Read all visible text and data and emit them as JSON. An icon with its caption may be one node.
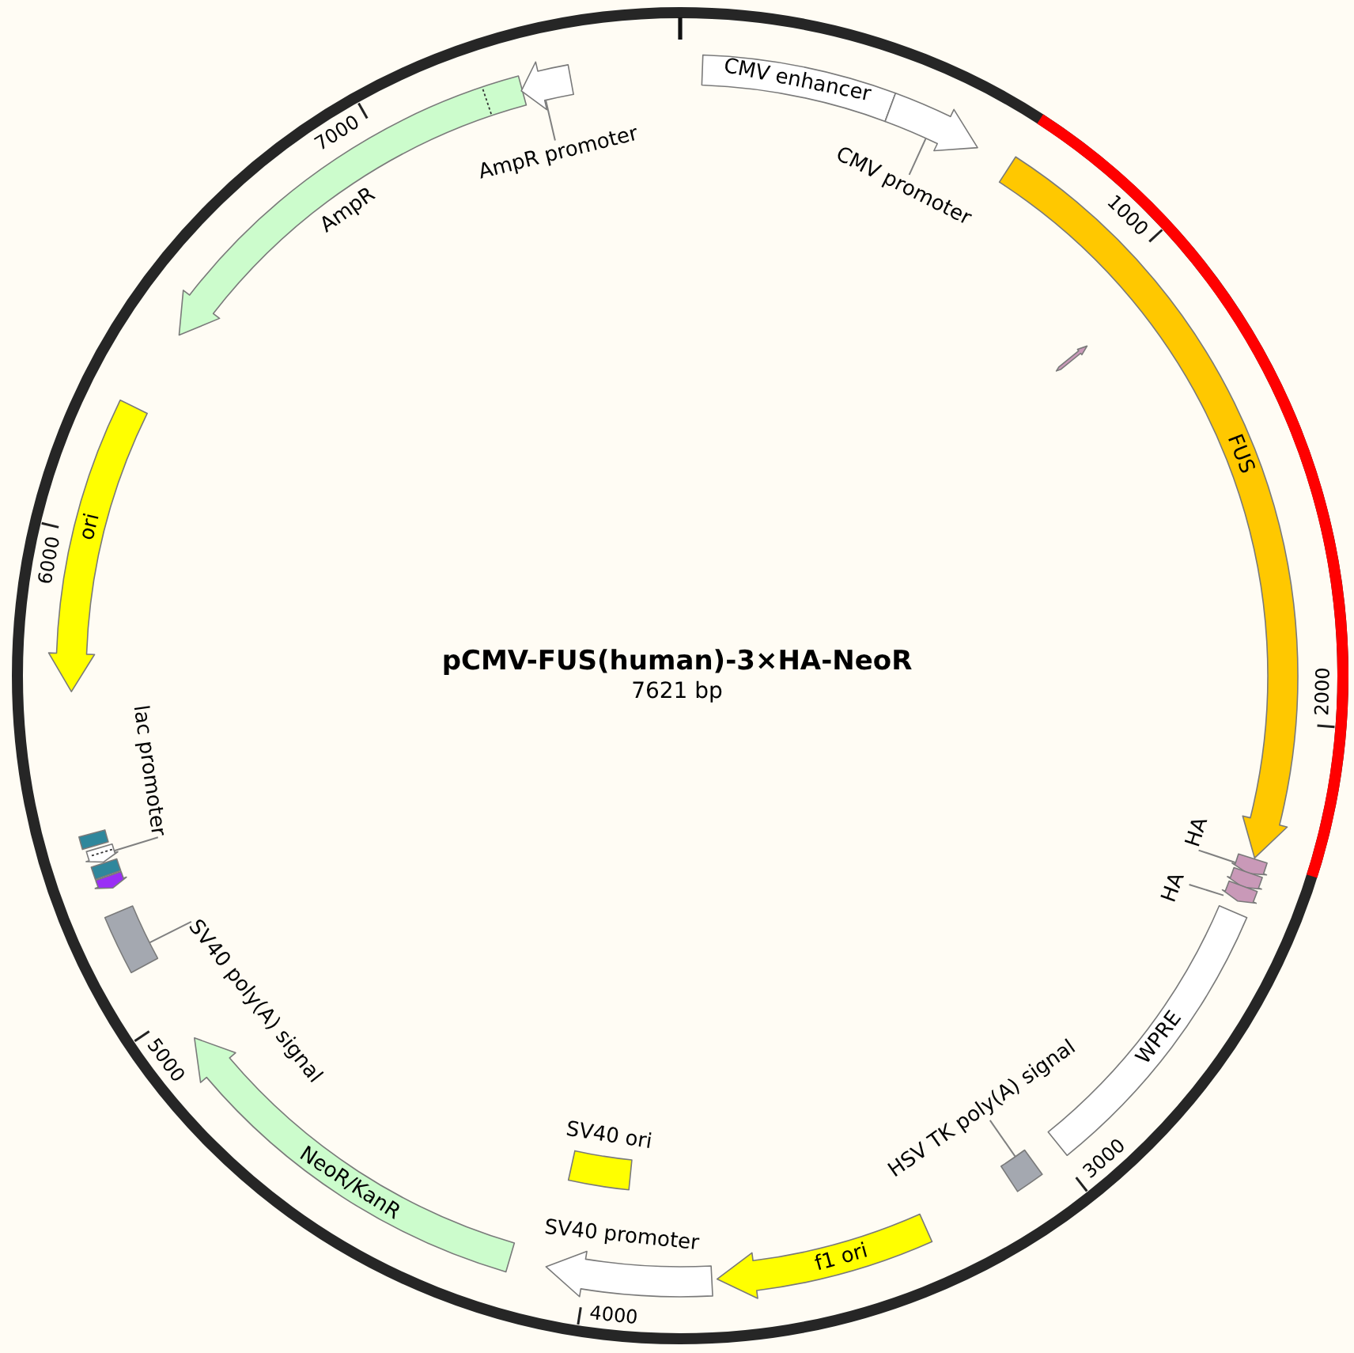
{
  "diagram": {
    "title": "pCMV-FUS(human)-3×HA-NeoR",
    "nodes": [
      {
        "text": [
          "CMV enhancer"
        ]
      },
      {
        "text": [],
        "shape": "arrow"
      },
      {
        "text": [
          "CMV promoter"
        ]
      },
      {
        "text": [
          "FUS"
        ]
      },
      {
        "text": [],
        "shape": "arrow"
      },
      {
        "text": [],
        "shape": "arrow"
      },
      {
        "text": [],
        "shape": "arrow"
      },
      {
        "text": [],
        "shape": "arrow"
      },
      {
        "text": [
          "HA"
        ]
      },
      {
        "text": [
          "HA"
        ]
      },
      {
        "text": [
          "WPRE"
        ]
      },
      {
        "text": [],
        "shape": "box"
      },
      {
        "text": [
          "HSV TK poly(A) signal"
        ]
      },
      {
        "text": [
          "f1 ori"
        ]
      },
      {
        "text": [
          "SV40 promoter"
        ]
      },
      {
        "text": [
          "SV40 ori"
        ]
      },
      {
        "text": [
          "NeoR/KanR"
        ]
      },
      {
        "text": [],
        "shape": "box"
      },
      {
        "text": [
          "SV40 poly(A) signal"
        ]
      },
      {
        "text": [],
        "shape": "arrow"
      },
      {
        "text": [],
        "shape": "box"
      },
      {
        "text": [],
        "shape": "arrow"
      },
      {
        "text": [],
        "shape": "box"
      },
      {
        "text": [
          "lac promoter"
        ]
      },
      {
        "text": [
          "ori"
        ]
      },
      {
        "text": [
          "AmpR"
        ]
      },
      {
        "text": [],
        "shape": "arrow"
      },
      {
        "text": [
          "AmpR promoter"
        ]
      }
    ],
    "edges": [
      {
        "from": 2,
        "to": 1,
        "arrow": "none"
      },
      {
        "from": 8,
        "to": 5,
        "arrow": "none"
      },
      {
        "from": 9,
        "to": 7,
        "arrow": "none"
      },
      {
        "from": 12,
        "to": 11,
        "arrow": "none"
      },
      {
        "from": 18,
        "to": 17,
        "arrow": "none"
      },
      {
        "from": 23,
        "to": 21,
        "arrow": "none"
      },
      {
        "from": 27,
        "to": 26,
        "arrow": "none"
      }
    ],
    "labels": [
      "7621 bp",
      "1000",
      "2000",
      "3000",
      "4000",
      "5000",
      "6000",
      "7000"
    ]
  }
}
